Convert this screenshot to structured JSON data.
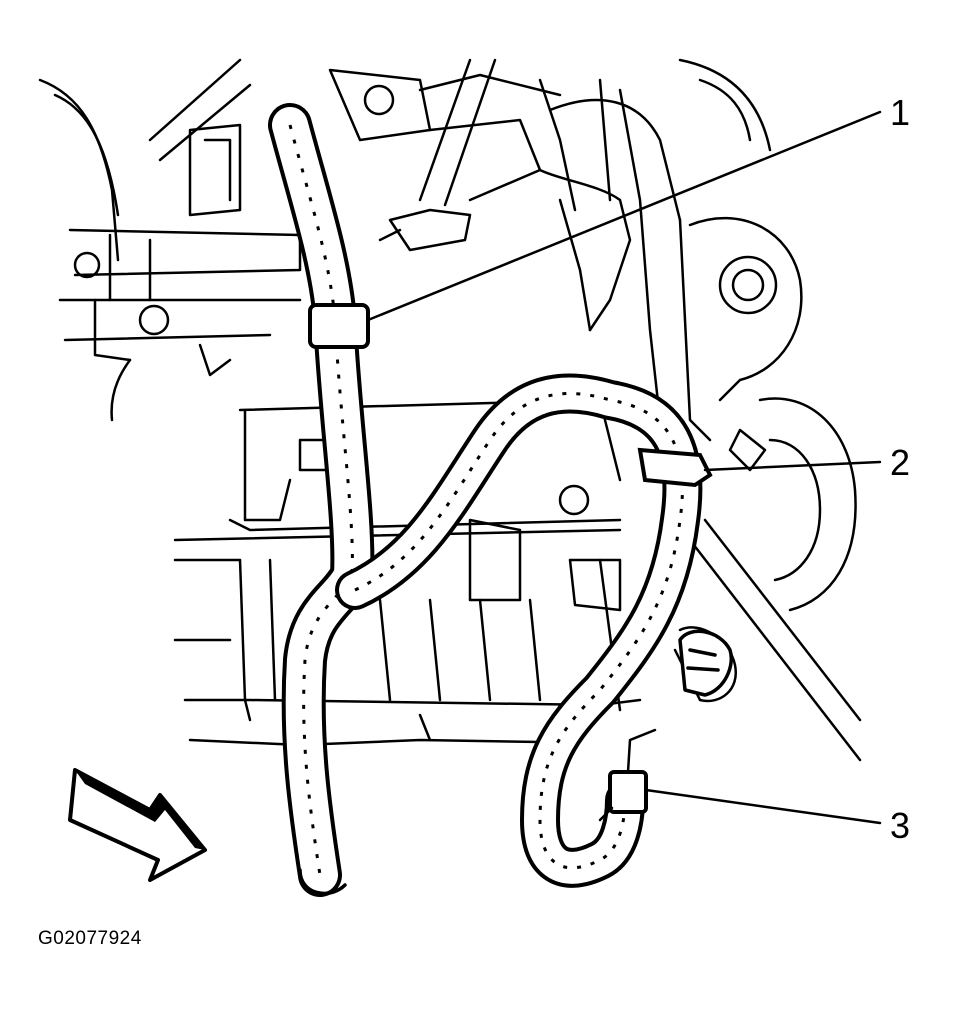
{
  "figure": {
    "id_label": "G02077924",
    "colors": {
      "ink": "#000000",
      "background": "#ffffff"
    }
  },
  "callouts": [
    {
      "number": "1"
    },
    {
      "number": "2"
    },
    {
      "number": "3"
    }
  ],
  "icons": {
    "view_arrow": "front-direction-arrow-icon"
  }
}
